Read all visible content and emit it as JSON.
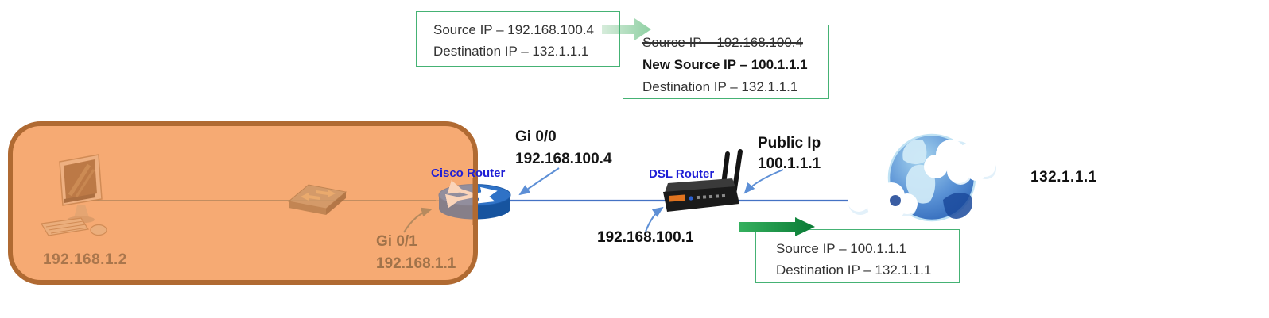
{
  "packet_before": {
    "source": "Source IP – 192.168.100.4",
    "destination": "Destination IP – 132.1.1.1"
  },
  "packet_nat": {
    "old_source": "Source IP – 192.168.100.4",
    "new_source": "New Source IP – 100.1.1.1",
    "destination": "Destination IP – 132.1.1.1"
  },
  "packet_after": {
    "source": "Source IP – 100.1.1.1",
    "destination": "Destination IP – 132.1.1.1"
  },
  "lan": {
    "pc_ip": "192.168.1.2",
    "inside_interface": "Gi 0/1",
    "inside_interface_ip": "192.168.1.1"
  },
  "cisco_router": {
    "label": "Cisco Router",
    "wan_interface": "Gi 0/0",
    "wan_interface_ip": "192.168.100.4"
  },
  "dsl_router": {
    "label": "DSL Router",
    "lan_ip": "192.168.100.1",
    "public_ip_label": "Public Ip",
    "public_ip": "100.1.1.1"
  },
  "internet": {
    "remote_ip": "132.1.1.1"
  },
  "colors": {
    "lan_fill": "#f6aa73",
    "lan_border": "#b06a32",
    "packet_box_border": "#45b274",
    "link_blue": "#4472c4",
    "pointer_arrow_blue": "#5d8fd6",
    "translate_arrow_light_green": "#a9d9b5",
    "outbound_arrow_dark_green": "#0e8c3c",
    "router_label_blue": "#1e1ed6",
    "faded_lan_text": "#a1734a"
  }
}
